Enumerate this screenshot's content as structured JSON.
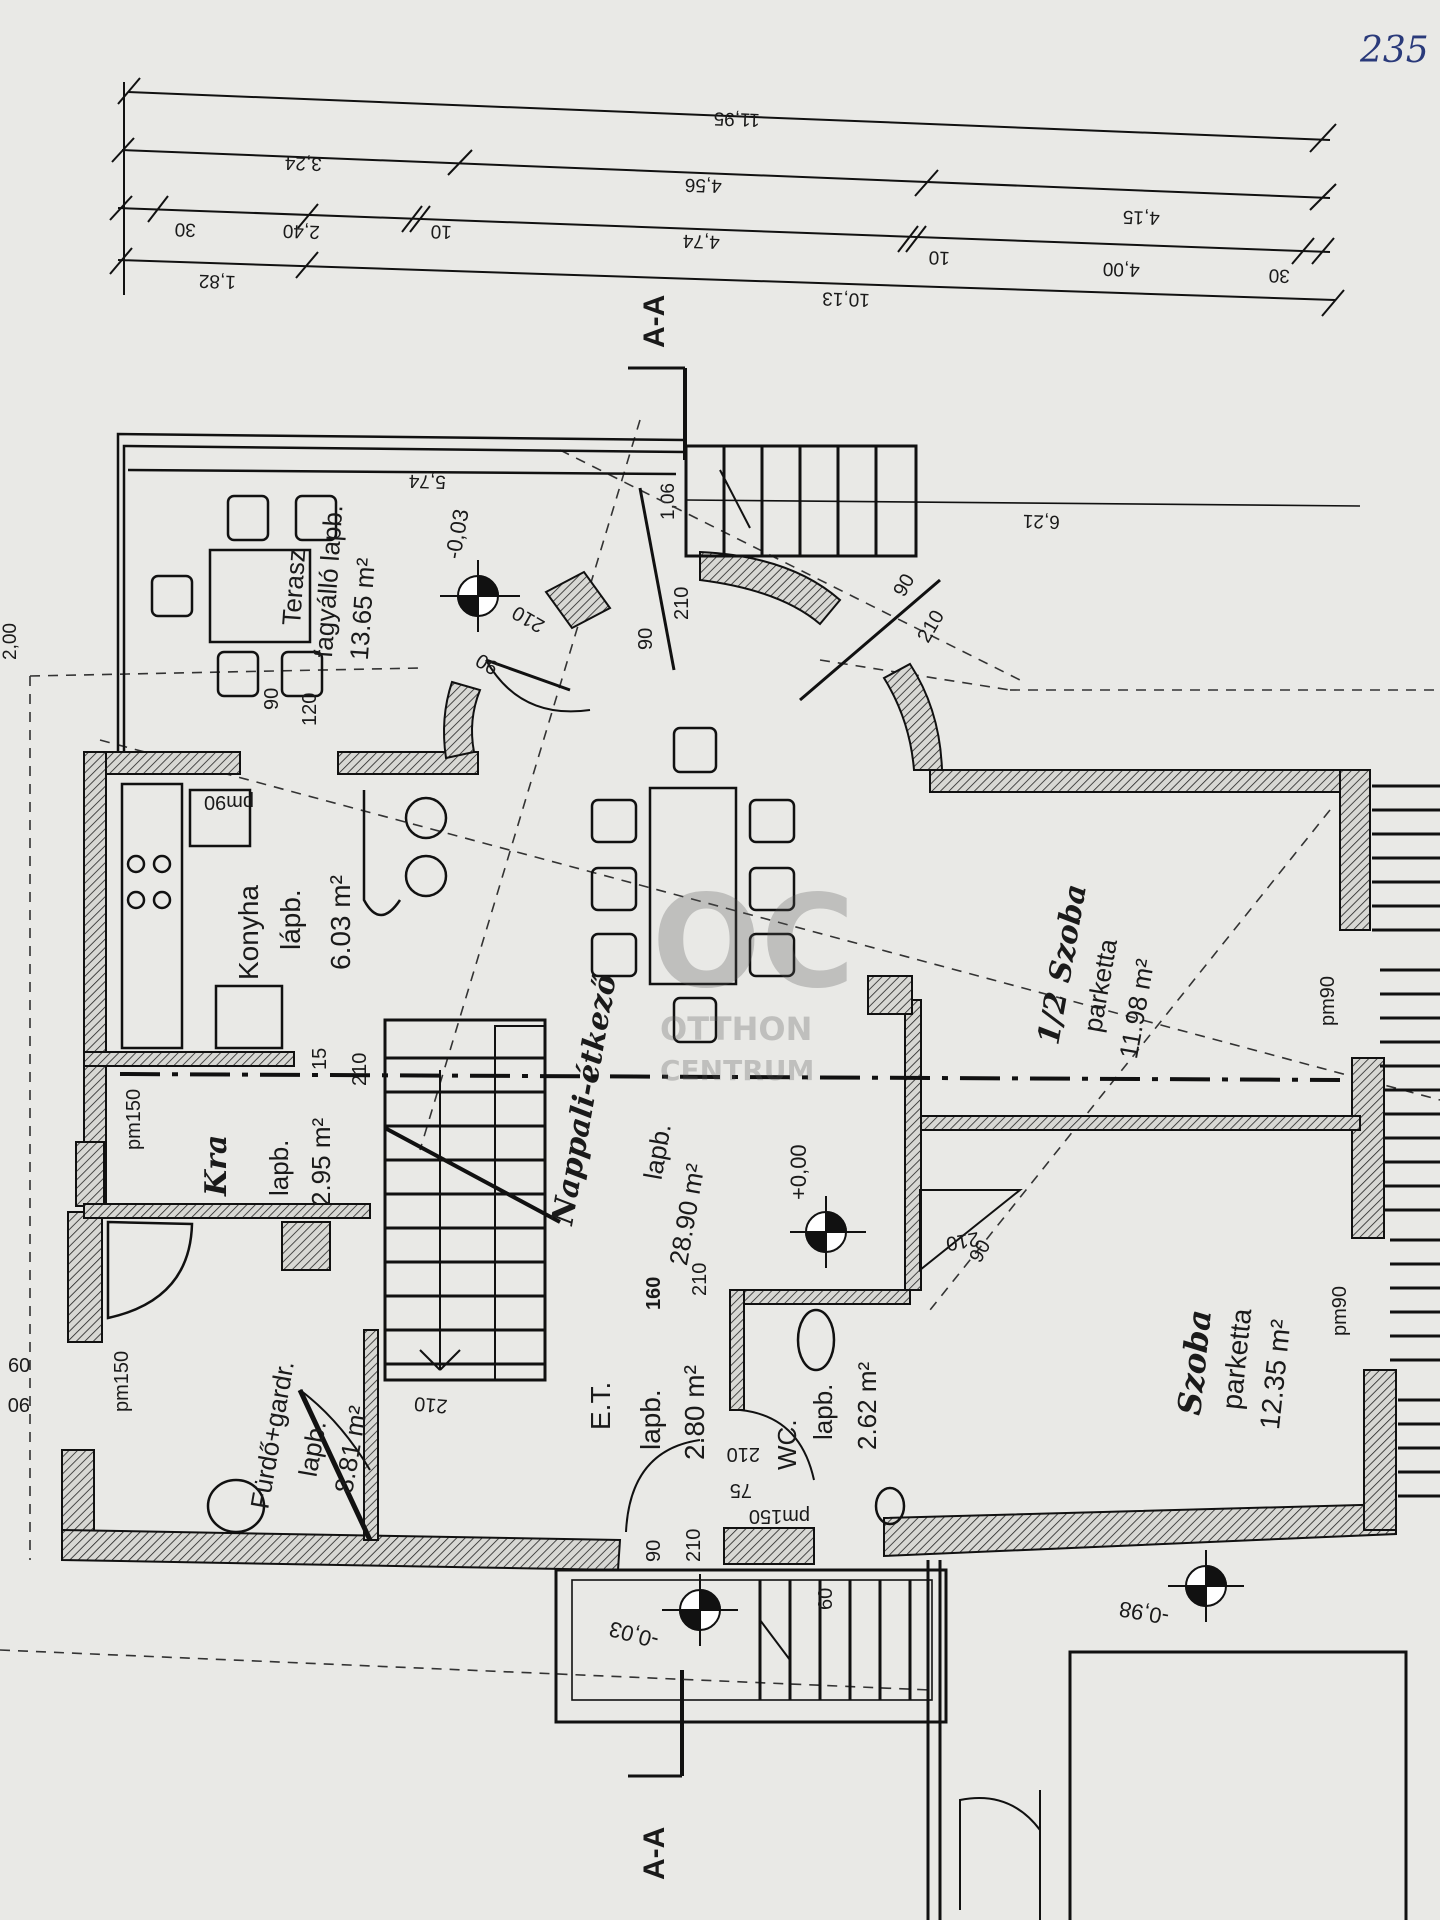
{
  "sheet": {
    "page_number": "235",
    "section_label_top": "A-A",
    "section_label_bottom": "A-A"
  },
  "dimensions": {
    "row1": {
      "total": "11,95"
    },
    "row2": {
      "a": "3,24",
      "b": "4,56",
      "c": "4,15"
    },
    "row3": {
      "a": "30",
      "b": "2,40",
      "c": "10",
      "d": "4,74",
      "e": "10",
      "f": "4,00",
      "g": "30"
    },
    "row4": {
      "a": "1,82",
      "b": "10,13"
    },
    "terrace_width": "5,74",
    "stair_run": "6,21",
    "stair_width": "1,06",
    "left_side": "2,00"
  },
  "rooms": {
    "terrace": {
      "name": "Terasz",
      "floor": "fagyálló lapb.",
      "area": "13.65 m²"
    },
    "kitchen": {
      "name": "Konyha",
      "floor": "lápb.",
      "area": "6.03 m²",
      "note": "pm90"
    },
    "pantry": {
      "name": "Kra",
      "floor": "lapb.",
      "area": "2.95 m²",
      "note": "pm150"
    },
    "living": {
      "name": "Nappali-étkező",
      "floor": "lapb.",
      "area": "28.90 m²"
    },
    "room_half": {
      "name": "1/2 Szoba",
      "floor": "parketta",
      "area": "11.98 m²",
      "note": "pm90"
    },
    "room": {
      "name": "Szoba",
      "floor": "parketta",
      "area": "12.35 m²",
      "note": "pm90"
    },
    "bath": {
      "name": "Fürdő+gardr.",
      "floor": "lapb.",
      "area": "8.81 m²",
      "note": "pm150"
    },
    "hall": {
      "name": "E.T.",
      "floor": "lapb.",
      "area": "2.80 m²"
    },
    "wc": {
      "name": "WC.",
      "floor": "lapb.",
      "area": "2.62 m²",
      "note": "pm150"
    }
  },
  "levels": {
    "terrace": "-0,03",
    "main": "+0,00",
    "entry": "-0,03",
    "outside": "-0,98"
  },
  "openings": {
    "terrace_door_w": "90",
    "terrace_door_h": "210",
    "arch_door_w": "90",
    "arch_door_h": "210",
    "arch_door2_w": "90",
    "arch_door2_h": "210",
    "window_kitchen_w": "90",
    "window_kitchen_h": "120",
    "pantry_door": "210",
    "pantry_door_w": "15",
    "room_door": "210",
    "room_door_w": "90",
    "bath_door": "210",
    "hall_door": "210",
    "wc_door": "210",
    "entry_door_w": "90",
    "entry_door_h": "210",
    "wc_window": "75",
    "step_note": "60",
    "hall_num": "160",
    "left_mark1": "60",
    "left_mark2": "90"
  },
  "watermark": {
    "logo": "OC",
    "line1": "OTTHON",
    "line2": "CENTRUM"
  }
}
